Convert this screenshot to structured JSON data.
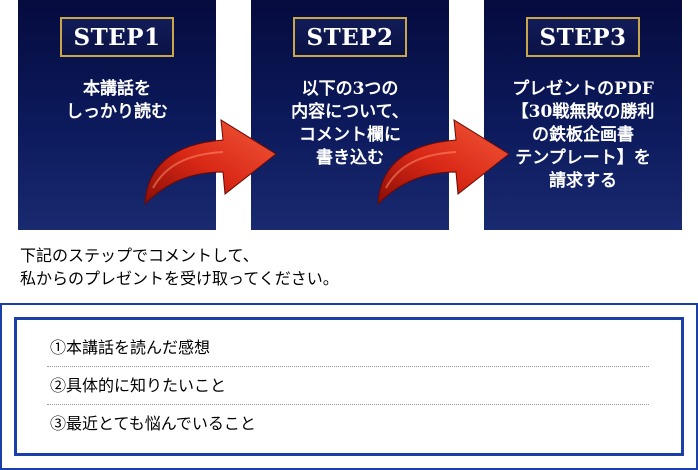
{
  "steps": [
    {
      "label": "STEP1",
      "lines": [
        "本講話を",
        "しっかり読む"
      ]
    },
    {
      "label": "STEP2",
      "lines": [
        "以下の3つの",
        "内容について、",
        "コメント欄に",
        "書き込む"
      ]
    },
    {
      "label": "STEP3",
      "lines": [
        "プレゼントのPDF",
        "【30戦無敗の勝利",
        "の鉄板企画書",
        "テンプレート】を",
        "請求する"
      ]
    }
  ],
  "intro": {
    "line1": "下記のステップでコメントして、",
    "line2": "私からのプレゼントを受け取ってください。"
  },
  "list": [
    "①本講話を読んだ感想",
    "②具体的に知りたいこと",
    "③最近とても悩んでいること"
  ],
  "colors": {
    "panel_top": "#050b3e",
    "panel_bottom": "#1a2a70",
    "label_border": "#c9a64a",
    "arrow_red": "#e02a1a",
    "box_border": "#1a3fa8"
  },
  "icons": {
    "step_arrow": "curved-arrow-right-icon"
  }
}
